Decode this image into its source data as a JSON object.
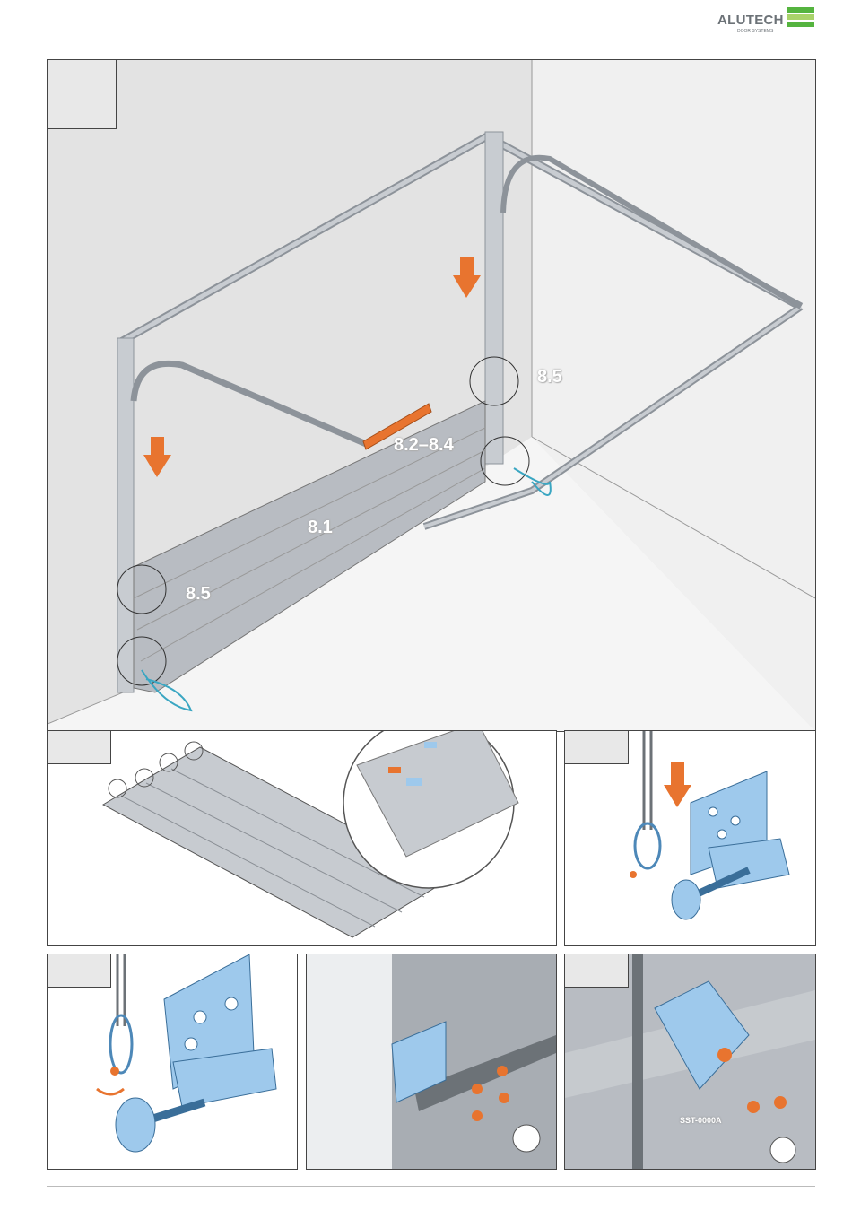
{
  "brand": {
    "name": "ALUTECH",
    "tagline": "DOOR SYSTEMS"
  },
  "main": {
    "labels": {
      "top_right": "8.5",
      "level": "8.2–8.4",
      "panel": "8.1",
      "bottom_left": "8.5"
    }
  },
  "detail": {
    "part_code": "SST-0000A"
  },
  "colors": {
    "accent_orange": "#e8742f",
    "steel": "#b8bcc2",
    "part_blue": "#9ec9ec",
    "wall": "#e3e3e3",
    "brand_green": "#55b43f"
  }
}
